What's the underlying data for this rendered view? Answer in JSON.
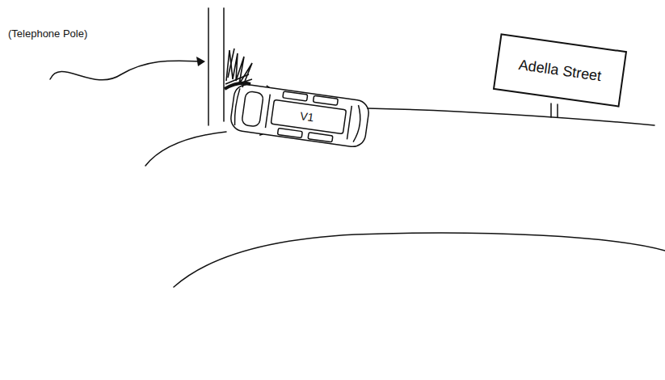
{
  "diagram": {
    "nodes": [
      {
        "text": [
          "V1"
        ]
      },
      {
        "text": [
          "Adella Street"
        ]
      }
    ],
    "labels": [
      "(Telephone Pole)"
    ]
  }
}
